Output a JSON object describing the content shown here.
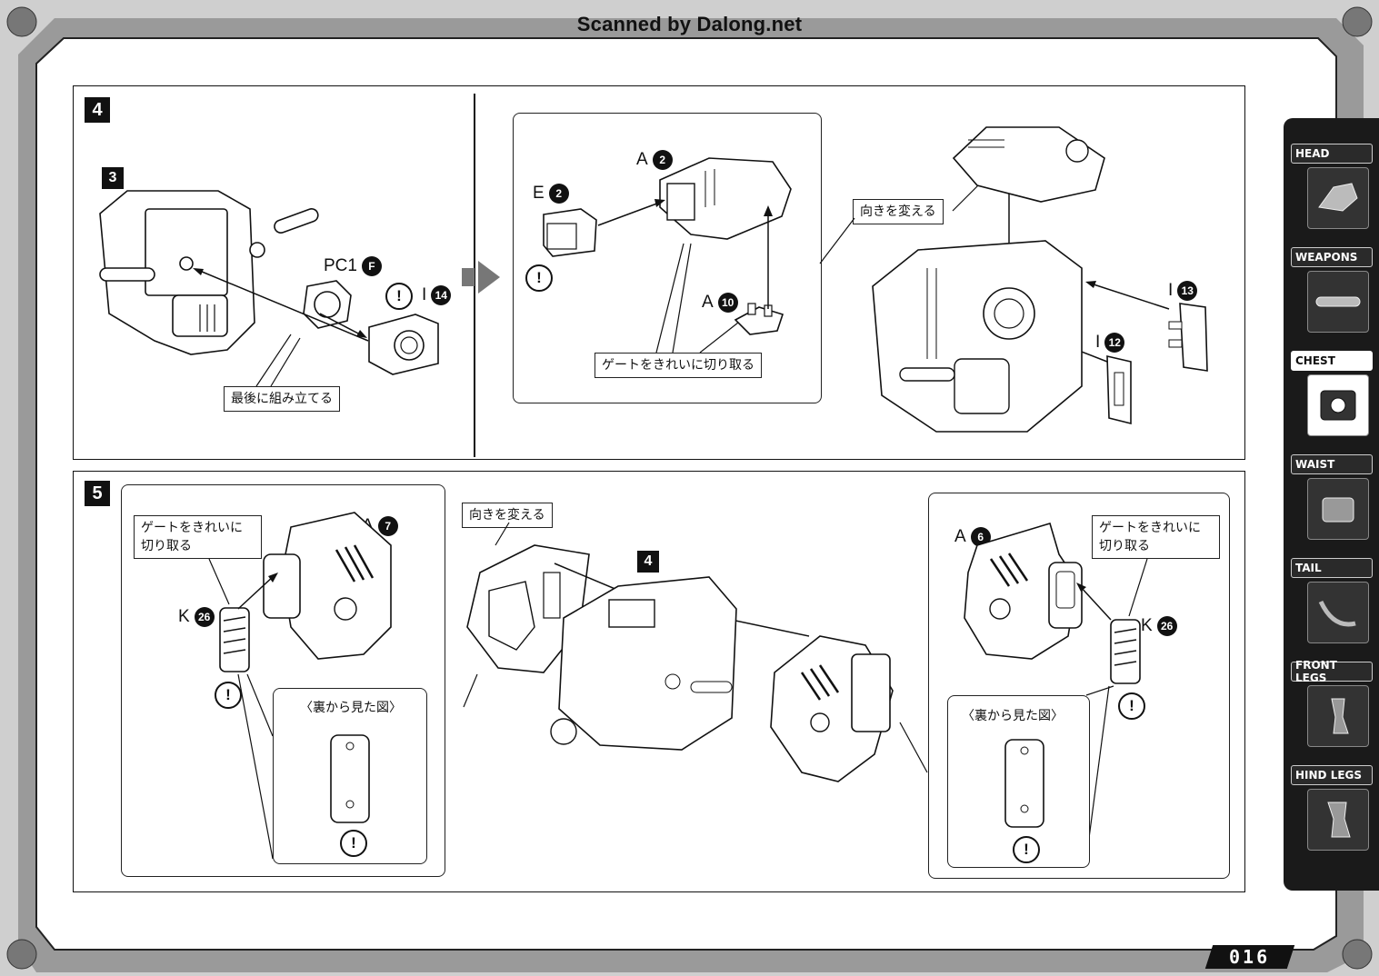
{
  "watermark": "Scanned by Dalong.net",
  "page_number": "016",
  "tabs": [
    {
      "label": "HEAD",
      "icon": "dragon-head-icon",
      "active": false
    },
    {
      "label": "WEAPONS",
      "icon": "cannon-icon",
      "active": false
    },
    {
      "label": "CHEST",
      "icon": "chest-icon",
      "active": true
    },
    {
      "label": "WAIST",
      "icon": "waist-icon",
      "active": false
    },
    {
      "label": "TAIL",
      "icon": "tail-icon",
      "active": false
    },
    {
      "label": "FRONT LEGS",
      "icon": "front-legs-icon",
      "active": false
    },
    {
      "label": "HIND LEGS",
      "icon": "hind-legs-icon",
      "active": false
    }
  ],
  "step4": {
    "number": "4",
    "sub_number": "3",
    "part_pc1": "PC1",
    "part_pc1_code": "F",
    "part_i14_letter": "I",
    "part_i14_num": "14",
    "callout_last": "最後に組み立てる",
    "part_a2_letter": "A",
    "part_a2_num": "2",
    "part_e2_letter": "E",
    "part_e2_num": "2",
    "part_a10_letter": "A",
    "part_a10_num": "10",
    "callout_gate": "ゲートをきれいに切り取る",
    "callout_orient": "向きを変える",
    "part_i13_letter": "I",
    "part_i13_num": "13",
    "part_i12_letter": "I",
    "part_i12_num": "12",
    "warn": "!"
  },
  "step5": {
    "number": "5",
    "sub_number": "4",
    "callout_gate_left": "ゲートをきれいに切り取る",
    "part_a7_letter": "A",
    "part_a7_num": "7",
    "part_k26_letter": "K",
    "part_k26_num": "26",
    "back_view": "〈裏から見た図〉",
    "callout_orient": "向きを変える",
    "part_a6_letter": "A",
    "part_a6_num": "6",
    "callout_gate_right": "ゲートをきれいに切り取る",
    "part_k26r_letter": "K",
    "part_k26r_num": "26",
    "back_view_right": "〈裏から見た図〉",
    "warn": "!"
  }
}
